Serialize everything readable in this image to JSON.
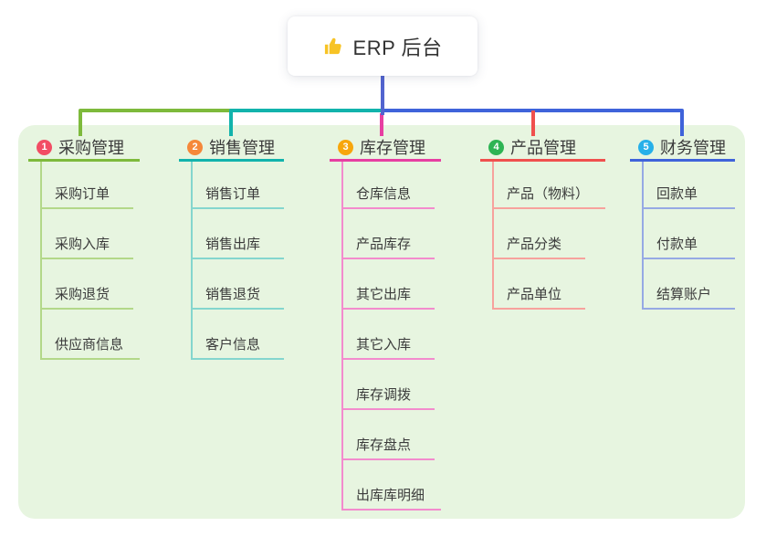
{
  "root": {
    "title": "ERP 后台",
    "icon": "thumbs-up",
    "icon_color": "#f7c325"
  },
  "canvas": {
    "background": "#ffffff",
    "panel_background": "#e7f5e0",
    "root_line_color": "#5264cf"
  },
  "branches": [
    {
      "number": "1",
      "label": "采购管理",
      "badge_color": "#f24d64",
      "line_color": "#7eba3c",
      "child_line_color": "#b3d889",
      "children": [
        "采购订单",
        "采购入库",
        "采购退货",
        "供应商信息"
      ]
    },
    {
      "number": "2",
      "label": "销售管理",
      "badge_color": "#f5883a",
      "line_color": "#12b3ac",
      "child_line_color": "#84d6ce",
      "children": [
        "销售订单",
        "销售出库",
        "销售退货",
        "客户信息"
      ]
    },
    {
      "number": "3",
      "label": "库存管理",
      "badge_color": "#f7a60c",
      "line_color": "#e73fa2",
      "child_line_color": "#f38bcd",
      "children": [
        "仓库信息",
        "产品库存",
        "其它出库",
        "其它入库",
        "库存调拨",
        "库存盘点",
        "出库库明细"
      ]
    },
    {
      "number": "4",
      "label": "产品管理",
      "badge_color": "#2eb454",
      "line_color": "#f0504e",
      "child_line_color": "#f7a29d",
      "children": [
        "产品（物料）",
        "产品分类",
        "产品单位"
      ]
    },
    {
      "number": "5",
      "label": "财务管理",
      "badge_color": "#27b0e9",
      "line_color": "#3f63da",
      "child_line_color": "#96a9e4",
      "children": [
        "回款单",
        "付款单",
        "结算账户"
      ]
    }
  ]
}
